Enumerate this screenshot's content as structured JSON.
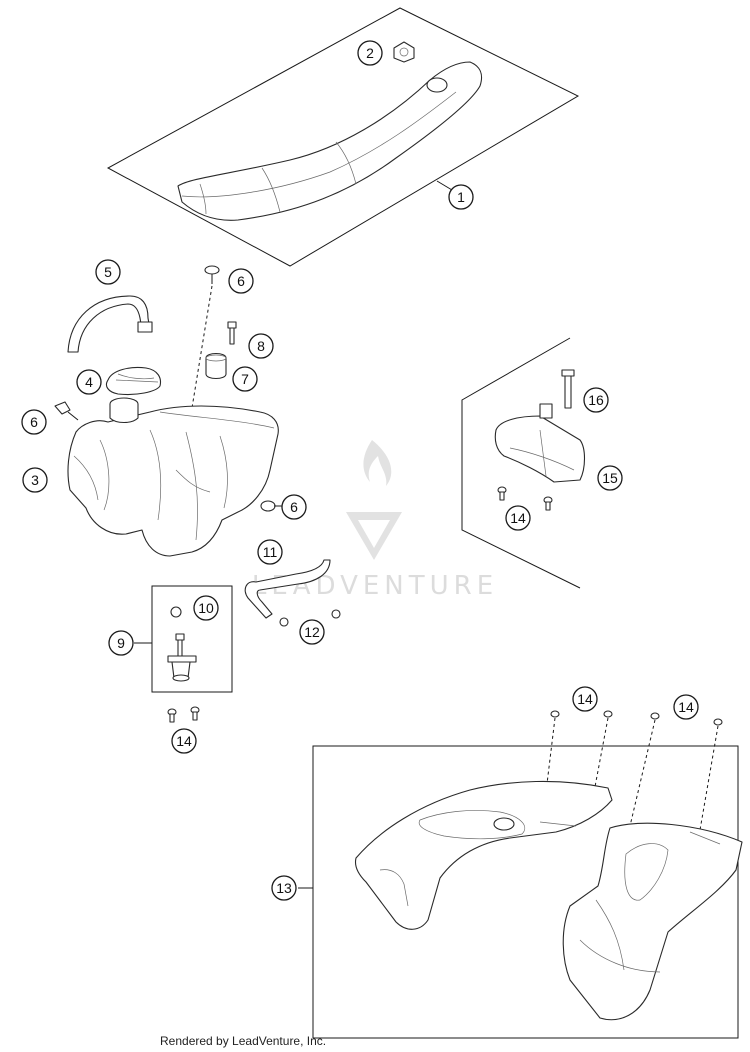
{
  "watermark": {
    "text": "LEADVENTURE",
    "color": "#d9d9d9"
  },
  "footer": {
    "text": "Rendered by LeadVenture, Inc."
  },
  "callouts": {
    "c1": "1",
    "c2": "2",
    "c3": "3",
    "c4": "4",
    "c5": "5",
    "c6a": "6",
    "c6b": "6",
    "c6c": "6",
    "c7": "7",
    "c8": "8",
    "c9": "9",
    "c10": "10",
    "c11": "11",
    "c12": "12",
    "c13": "13",
    "c14a": "14",
    "c14b": "14",
    "c14c": "14",
    "c14d": "14",
    "c15": "15",
    "c16": "16"
  }
}
